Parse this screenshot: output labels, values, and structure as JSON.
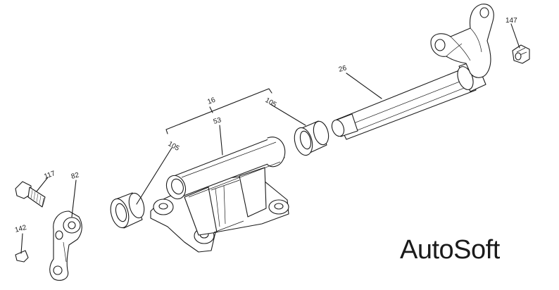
{
  "diagram": {
    "callouts": {
      "part_16": "16",
      "part_53": "53",
      "part_105_left": "105",
      "part_105_right": "105",
      "part_26": "26",
      "part_147": "147",
      "part_117": "117",
      "part_82": "82",
      "part_142": "142"
    },
    "watermark": "AutoSoft"
  }
}
